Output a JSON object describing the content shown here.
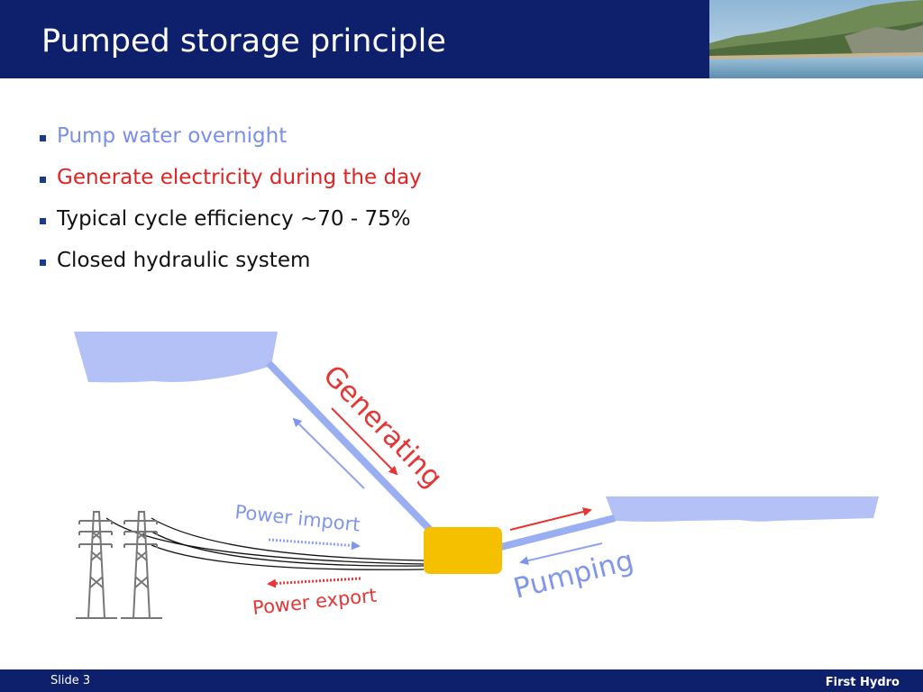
{
  "slide": {
    "title": "Pumped storage principle",
    "bullets": [
      {
        "text": "Pump water overnight",
        "color": "#7a8fe8"
      },
      {
        "text": "Generate electricity during the day",
        "color": "#e32222"
      },
      {
        "text": "Typical cycle efficiency ~70 - 75%",
        "color": "#111111"
      },
      {
        "text": "Closed hydraulic system",
        "color": "#111111"
      }
    ]
  },
  "diagram": {
    "generating_label": "Generating",
    "pumping_label": "Pumping",
    "power_import_label": "Power import",
    "power_export_label": "Power export",
    "colors": {
      "water": "#b3c1f7",
      "pipe": "#9aaef2",
      "generating": "#e53535",
      "pumping": "#7f96ec",
      "turbine": "#f5c000"
    }
  },
  "footer": {
    "slide_number": "Slide 3",
    "brand": "First Hydro"
  }
}
